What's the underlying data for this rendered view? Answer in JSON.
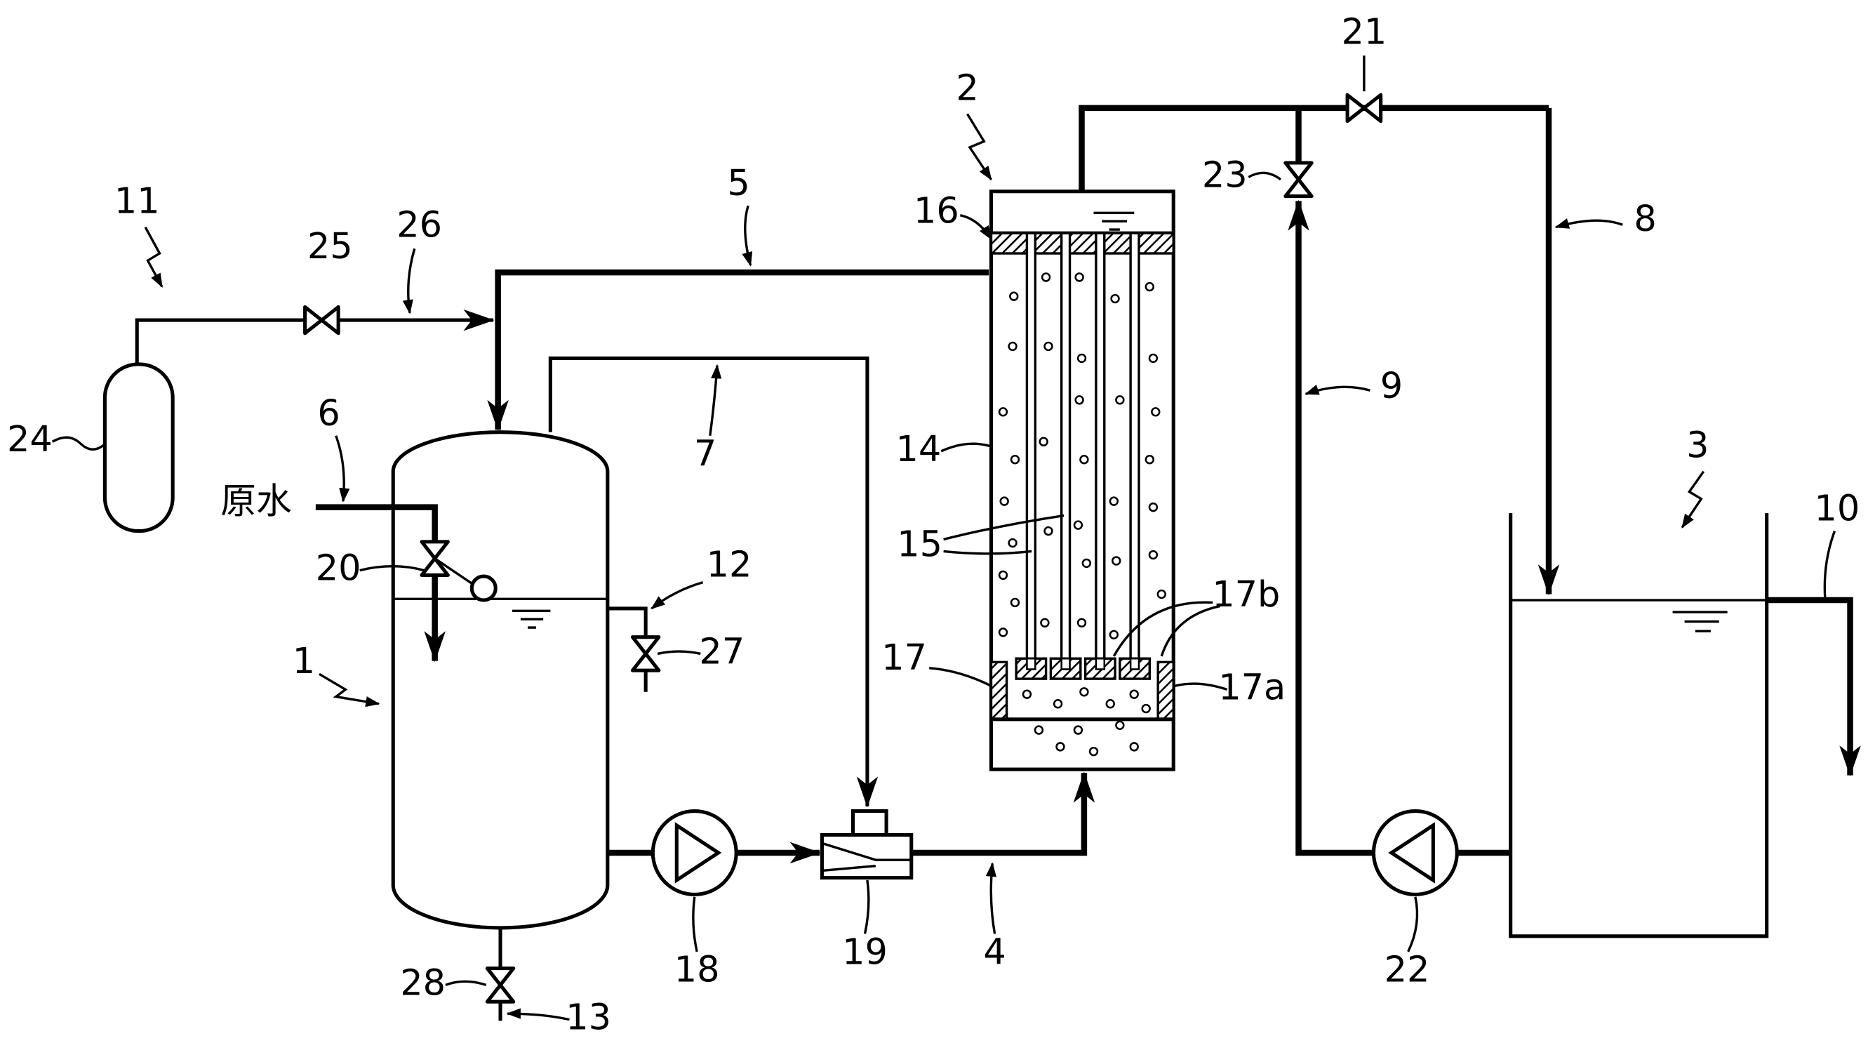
{
  "reference_numerals": {
    "n1": "1",
    "n2": "2",
    "n3": "3",
    "n4": "4",
    "n5": "5",
    "n6": "6",
    "n7": "7",
    "n8": "8",
    "n9": "9",
    "n10": "10",
    "n11": "11",
    "n12": "12",
    "n13": "13",
    "n14": "14",
    "n15": "15",
    "n16": "16",
    "n17": "17",
    "n17a": "17a",
    "n17b": "17b",
    "n18": "18",
    "n19": "19",
    "n20": "20",
    "n21": "21",
    "n22": "22",
    "n23": "23",
    "n24": "24",
    "n25": "25",
    "n26": "26",
    "n27": "27",
    "n28": "28"
  },
  "raw_water_label": "原水"
}
